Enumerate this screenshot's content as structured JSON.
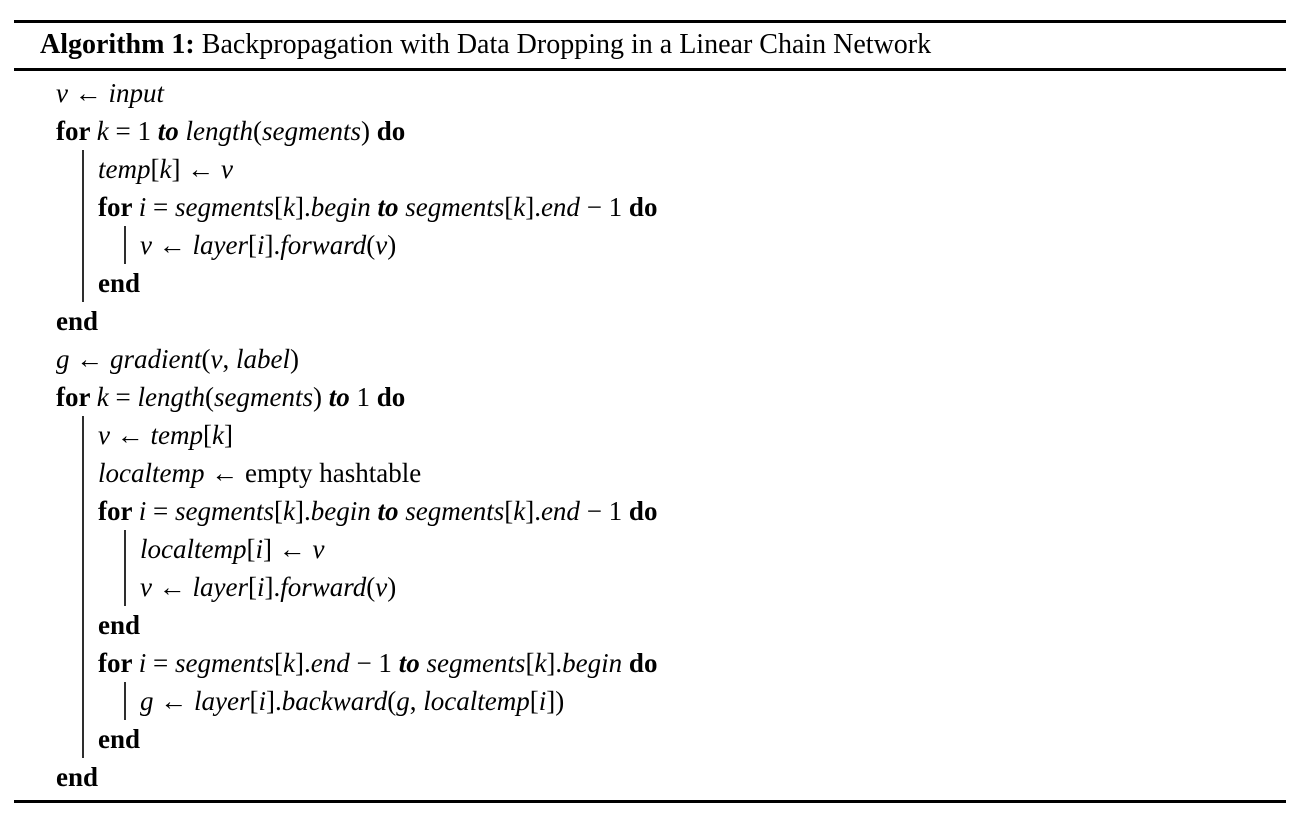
{
  "algorithm": {
    "label": "Algorithm 1:",
    "title": " Backpropagation with Data Dropping in a Linear Chain Network",
    "body": [
      {
        "line": [
          [
            "it",
            "v"
          ],
          [
            "rm",
            " ← "
          ],
          [
            "it",
            "input"
          ]
        ]
      },
      {
        "line": [
          [
            "kw",
            "for "
          ],
          [
            "it",
            "k"
          ],
          [
            "rm",
            " = 1 "
          ],
          [
            "bi",
            "to"
          ],
          [
            "rm",
            " "
          ],
          [
            "it",
            "length"
          ],
          [
            "rm",
            "("
          ],
          [
            "it",
            "segments"
          ],
          [
            "rm",
            ") "
          ],
          [
            "kw",
            "do"
          ]
        ]
      },
      {
        "block": [
          {
            "line": [
              [
                "it",
                "temp"
              ],
              [
                "rm",
                "["
              ],
              [
                "it",
                "k"
              ],
              [
                "rm",
                "] ← "
              ],
              [
                "it",
                "v"
              ]
            ]
          },
          {
            "line": [
              [
                "kw",
                "for "
              ],
              [
                "it",
                "i"
              ],
              [
                "rm",
                " = "
              ],
              [
                "it",
                "segments"
              ],
              [
                "rm",
                "["
              ],
              [
                "it",
                "k"
              ],
              [
                "rm",
                "]."
              ],
              [
                "it",
                "begin"
              ],
              [
                "rm",
                " "
              ],
              [
                "bi",
                "to"
              ],
              [
                "rm",
                " "
              ],
              [
                "it",
                "segments"
              ],
              [
                "rm",
                "["
              ],
              [
                "it",
                "k"
              ],
              [
                "rm",
                "]."
              ],
              [
                "it",
                "end"
              ],
              [
                "rm",
                " − 1 "
              ],
              [
                "kw",
                "do"
              ]
            ]
          },
          {
            "block": [
              {
                "line": [
                  [
                    "it",
                    "v"
                  ],
                  [
                    "rm",
                    " ← "
                  ],
                  [
                    "it",
                    "layer"
                  ],
                  [
                    "rm",
                    "["
                  ],
                  [
                    "it",
                    "i"
                  ],
                  [
                    "rm",
                    "]."
                  ],
                  [
                    "it",
                    "forward"
                  ],
                  [
                    "rm",
                    "("
                  ],
                  [
                    "it",
                    "v"
                  ],
                  [
                    "rm",
                    ")"
                  ]
                ]
              }
            ]
          },
          {
            "line": [
              [
                "kw",
                "end"
              ]
            ]
          }
        ]
      },
      {
        "line": [
          [
            "kw",
            "end"
          ]
        ]
      },
      {
        "line": [
          [
            "it",
            "g"
          ],
          [
            "rm",
            " ← "
          ],
          [
            "it",
            "gradient"
          ],
          [
            "rm",
            "("
          ],
          [
            "it",
            "v"
          ],
          [
            "rm",
            ", "
          ],
          [
            "it",
            "label"
          ],
          [
            "rm",
            ")"
          ]
        ]
      },
      {
        "line": [
          [
            "kw",
            "for "
          ],
          [
            "it",
            "k"
          ],
          [
            "rm",
            " = "
          ],
          [
            "it",
            "length"
          ],
          [
            "rm",
            "("
          ],
          [
            "it",
            "segments"
          ],
          [
            "rm",
            ") "
          ],
          [
            "bi",
            "to"
          ],
          [
            "rm",
            " 1 "
          ],
          [
            "kw",
            "do"
          ]
        ]
      },
      {
        "block": [
          {
            "line": [
              [
                "it",
                "v"
              ],
              [
                "rm",
                " ← "
              ],
              [
                "it",
                "temp"
              ],
              [
                "rm",
                "["
              ],
              [
                "it",
                "k"
              ],
              [
                "rm",
                "]"
              ]
            ]
          },
          {
            "line": [
              [
                "it",
                "localtemp"
              ],
              [
                "rm",
                " ← empty hashtable"
              ]
            ]
          },
          {
            "line": [
              [
                "kw",
                "for "
              ],
              [
                "it",
                "i"
              ],
              [
                "rm",
                " = "
              ],
              [
                "it",
                "segments"
              ],
              [
                "rm",
                "["
              ],
              [
                "it",
                "k"
              ],
              [
                "rm",
                "]."
              ],
              [
                "it",
                "begin"
              ],
              [
                "rm",
                " "
              ],
              [
                "bi",
                "to"
              ],
              [
                "rm",
                " "
              ],
              [
                "it",
                "segments"
              ],
              [
                "rm",
                "["
              ],
              [
                "it",
                "k"
              ],
              [
                "rm",
                "]."
              ],
              [
                "it",
                "end"
              ],
              [
                "rm",
                " − 1 "
              ],
              [
                "kw",
                "do"
              ]
            ]
          },
          {
            "block": [
              {
                "line": [
                  [
                    "it",
                    "localtemp"
                  ],
                  [
                    "rm",
                    "["
                  ],
                  [
                    "it",
                    "i"
                  ],
                  [
                    "rm",
                    "] ← "
                  ],
                  [
                    "it",
                    "v"
                  ]
                ]
              },
              {
                "line": [
                  [
                    "it",
                    "v"
                  ],
                  [
                    "rm",
                    " ← "
                  ],
                  [
                    "it",
                    "layer"
                  ],
                  [
                    "rm",
                    "["
                  ],
                  [
                    "it",
                    "i"
                  ],
                  [
                    "rm",
                    "]."
                  ],
                  [
                    "it",
                    "forward"
                  ],
                  [
                    "rm",
                    "("
                  ],
                  [
                    "it",
                    "v"
                  ],
                  [
                    "rm",
                    ")"
                  ]
                ]
              }
            ]
          },
          {
            "line": [
              [
                "kw",
                "end"
              ]
            ]
          },
          {
            "line": [
              [
                "kw",
                "for "
              ],
              [
                "it",
                "i"
              ],
              [
                "rm",
                " = "
              ],
              [
                "it",
                "segments"
              ],
              [
                "rm",
                "["
              ],
              [
                "it",
                "k"
              ],
              [
                "rm",
                "]."
              ],
              [
                "it",
                "end"
              ],
              [
                "rm",
                " − 1 "
              ],
              [
                "bi",
                "to"
              ],
              [
                "rm",
                " "
              ],
              [
                "it",
                "segments"
              ],
              [
                "rm",
                "["
              ],
              [
                "it",
                "k"
              ],
              [
                "rm",
                "]."
              ],
              [
                "it",
                "begin"
              ],
              [
                "rm",
                " "
              ],
              [
                "kw",
                "do"
              ]
            ]
          },
          {
            "block": [
              {
                "line": [
                  [
                    "it",
                    "g"
                  ],
                  [
                    "rm",
                    " ← "
                  ],
                  [
                    "it",
                    "layer"
                  ],
                  [
                    "rm",
                    "["
                  ],
                  [
                    "it",
                    "i"
                  ],
                  [
                    "rm",
                    "]."
                  ],
                  [
                    "it",
                    "backward"
                  ],
                  [
                    "rm",
                    "("
                  ],
                  [
                    "it",
                    "g"
                  ],
                  [
                    "rm",
                    ", "
                  ],
                  [
                    "it",
                    "localtemp"
                  ],
                  [
                    "rm",
                    "["
                  ],
                  [
                    "it",
                    "i"
                  ],
                  [
                    "rm",
                    "])"
                  ]
                ]
              }
            ]
          },
          {
            "line": [
              [
                "kw",
                "end"
              ]
            ]
          }
        ]
      },
      {
        "line": [
          [
            "kw",
            "end"
          ]
        ]
      }
    ]
  },
  "colors": {
    "background": "#ffffff",
    "text": "#000000",
    "horizontal_rule": "#000000",
    "block_rule": "#2e2e2e"
  }
}
